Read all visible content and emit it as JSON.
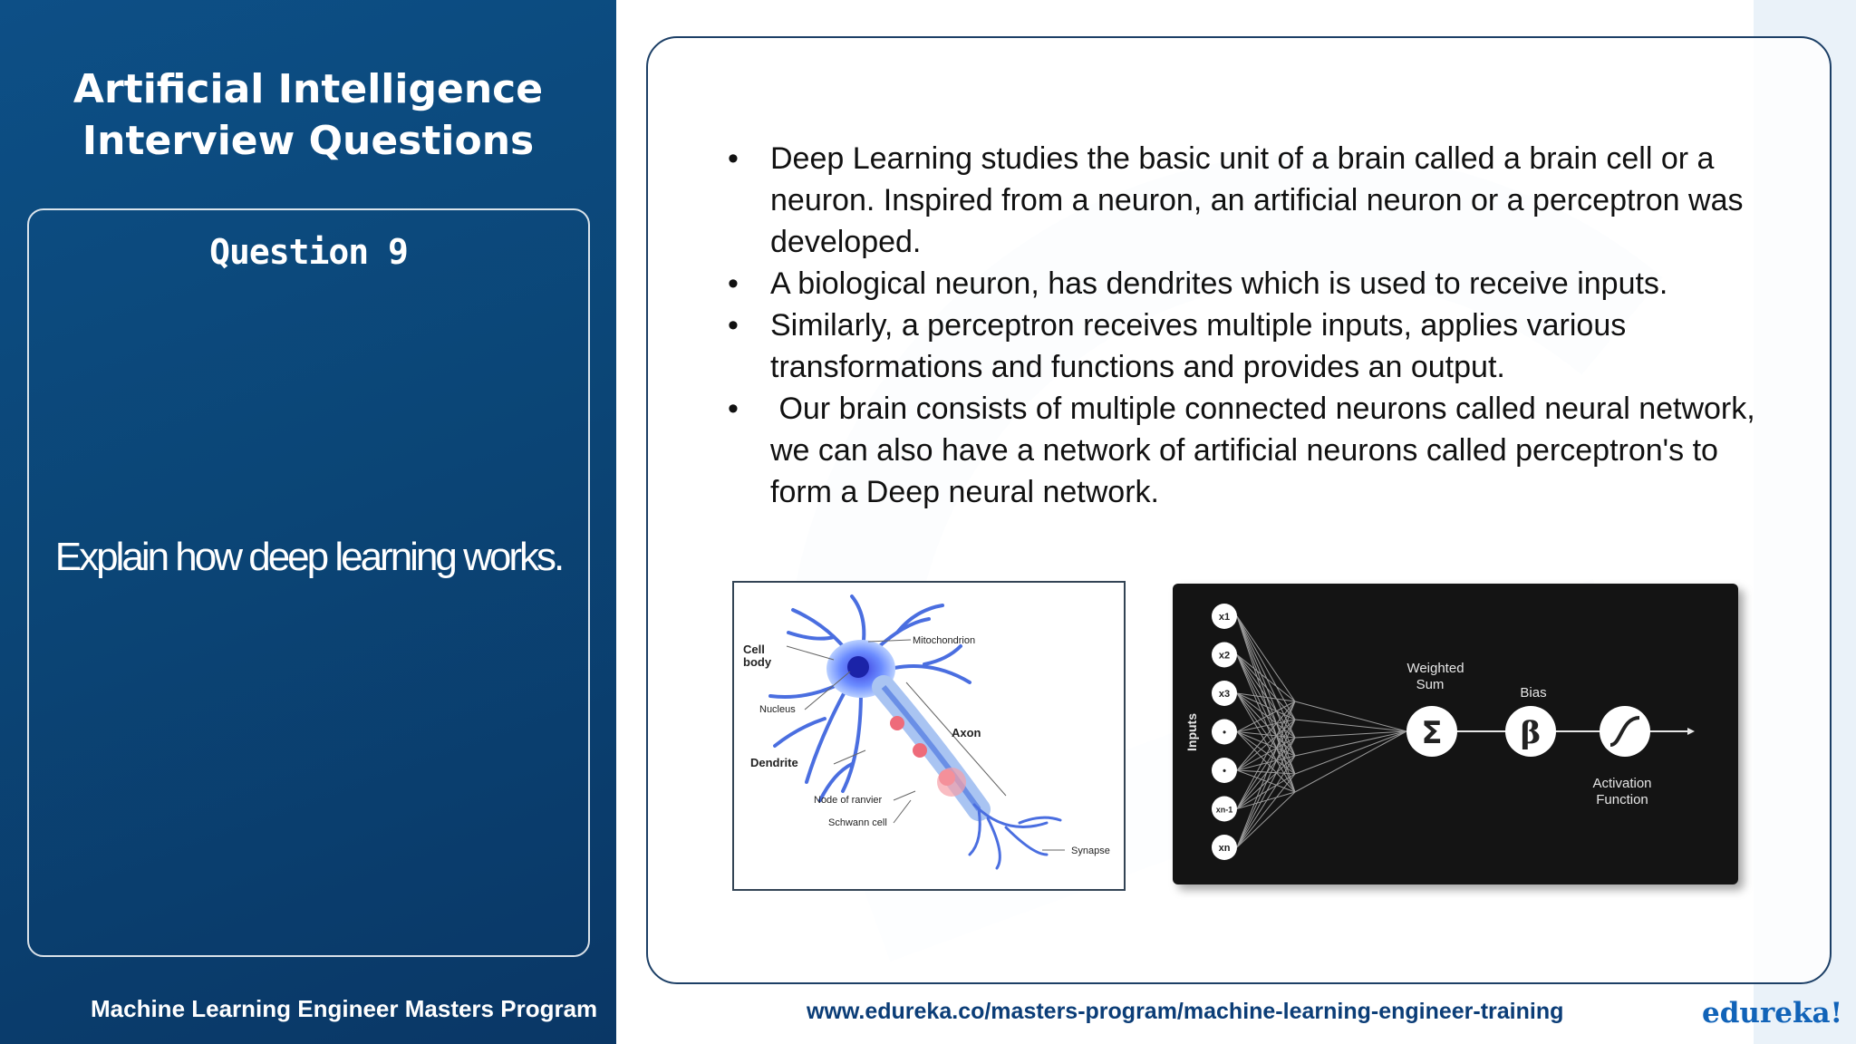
{
  "slide": {
    "title_line1": "Artificial Intelligence",
    "title_line2": "Interview Questions",
    "question_number": "Question 9",
    "question_text": "Explain how deep learning works.",
    "program": "Machine Learning Engineer Masters Program",
    "url": "www.edureka.co/masters-program/machine-learning-engineer-training",
    "logo": "edureka!"
  },
  "bullets": [
    "Deep Learning studies the basic unit of a brain called a brain cell or a neuron. Inspired from a neuron, an artificial neuron or a perceptron was developed.",
    "A biological neuron, has dendrites which is used to receive inputs.",
    "Similarly, a perceptron receives multiple inputs, applies various transformations and functions and provides an output.",
    " Our brain consists of multiple connected neurons called neural network, we can also have a network of artificial neurons called perceptron's to form a Deep neural network."
  ],
  "neuron_labels": {
    "cell_body_1": "Cell",
    "cell_body_2": "body",
    "nucleus": "Nucleus",
    "dendrite": "Dendrite",
    "mitochondrion": "Mitochondrion",
    "axon": "Axon",
    "node": "Node of ranvier",
    "schwann": "Schwann cell",
    "synapse": "Synapse"
  },
  "perceptron": {
    "inputs_label": "Inputs",
    "input_nodes": [
      "x1",
      "x2",
      "x3",
      "•",
      "•",
      "xn-1",
      "xn"
    ],
    "weighted_1": "Weighted",
    "weighted_2": "Sum",
    "sum_symbol": "Σ",
    "bias_label": "Bias",
    "bias_symbol": "β",
    "activation_1": "Activation",
    "activation_2": "Function"
  },
  "colors": {
    "panel": "#0b4677",
    "accent": "#1163b8",
    "url": "#0b3d77"
  }
}
